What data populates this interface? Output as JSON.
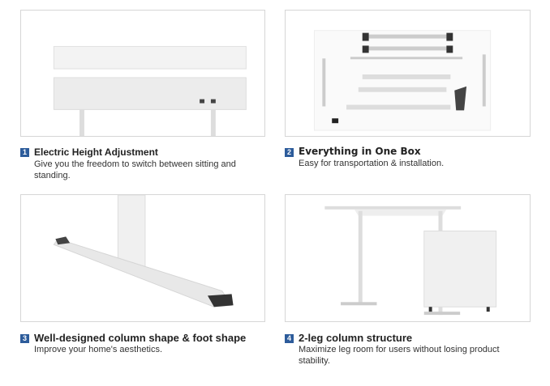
{
  "features": [
    {
      "number": "1",
      "title": "Electric Height Adjustment",
      "description": "Give you the freedom to switch between sitting and standing.",
      "image": "desk-height-adjustment-image"
    },
    {
      "number": "2",
      "title": "Everything in One Box",
      "description": "Easy for transportation & installation.",
      "image": "desk-parts-image"
    },
    {
      "number": "3",
      "title": "Well-designed column shape & foot shape",
      "description": "Improve your home's aesthetics.",
      "image": "desk-foot-image"
    },
    {
      "number": "4",
      "title": "2-leg column structure",
      "description": "Maximize leg room for users without losing product stability.",
      "image": "desk-with-cabinet-image"
    }
  ],
  "colors": {
    "badge": "#2d5c9b"
  }
}
